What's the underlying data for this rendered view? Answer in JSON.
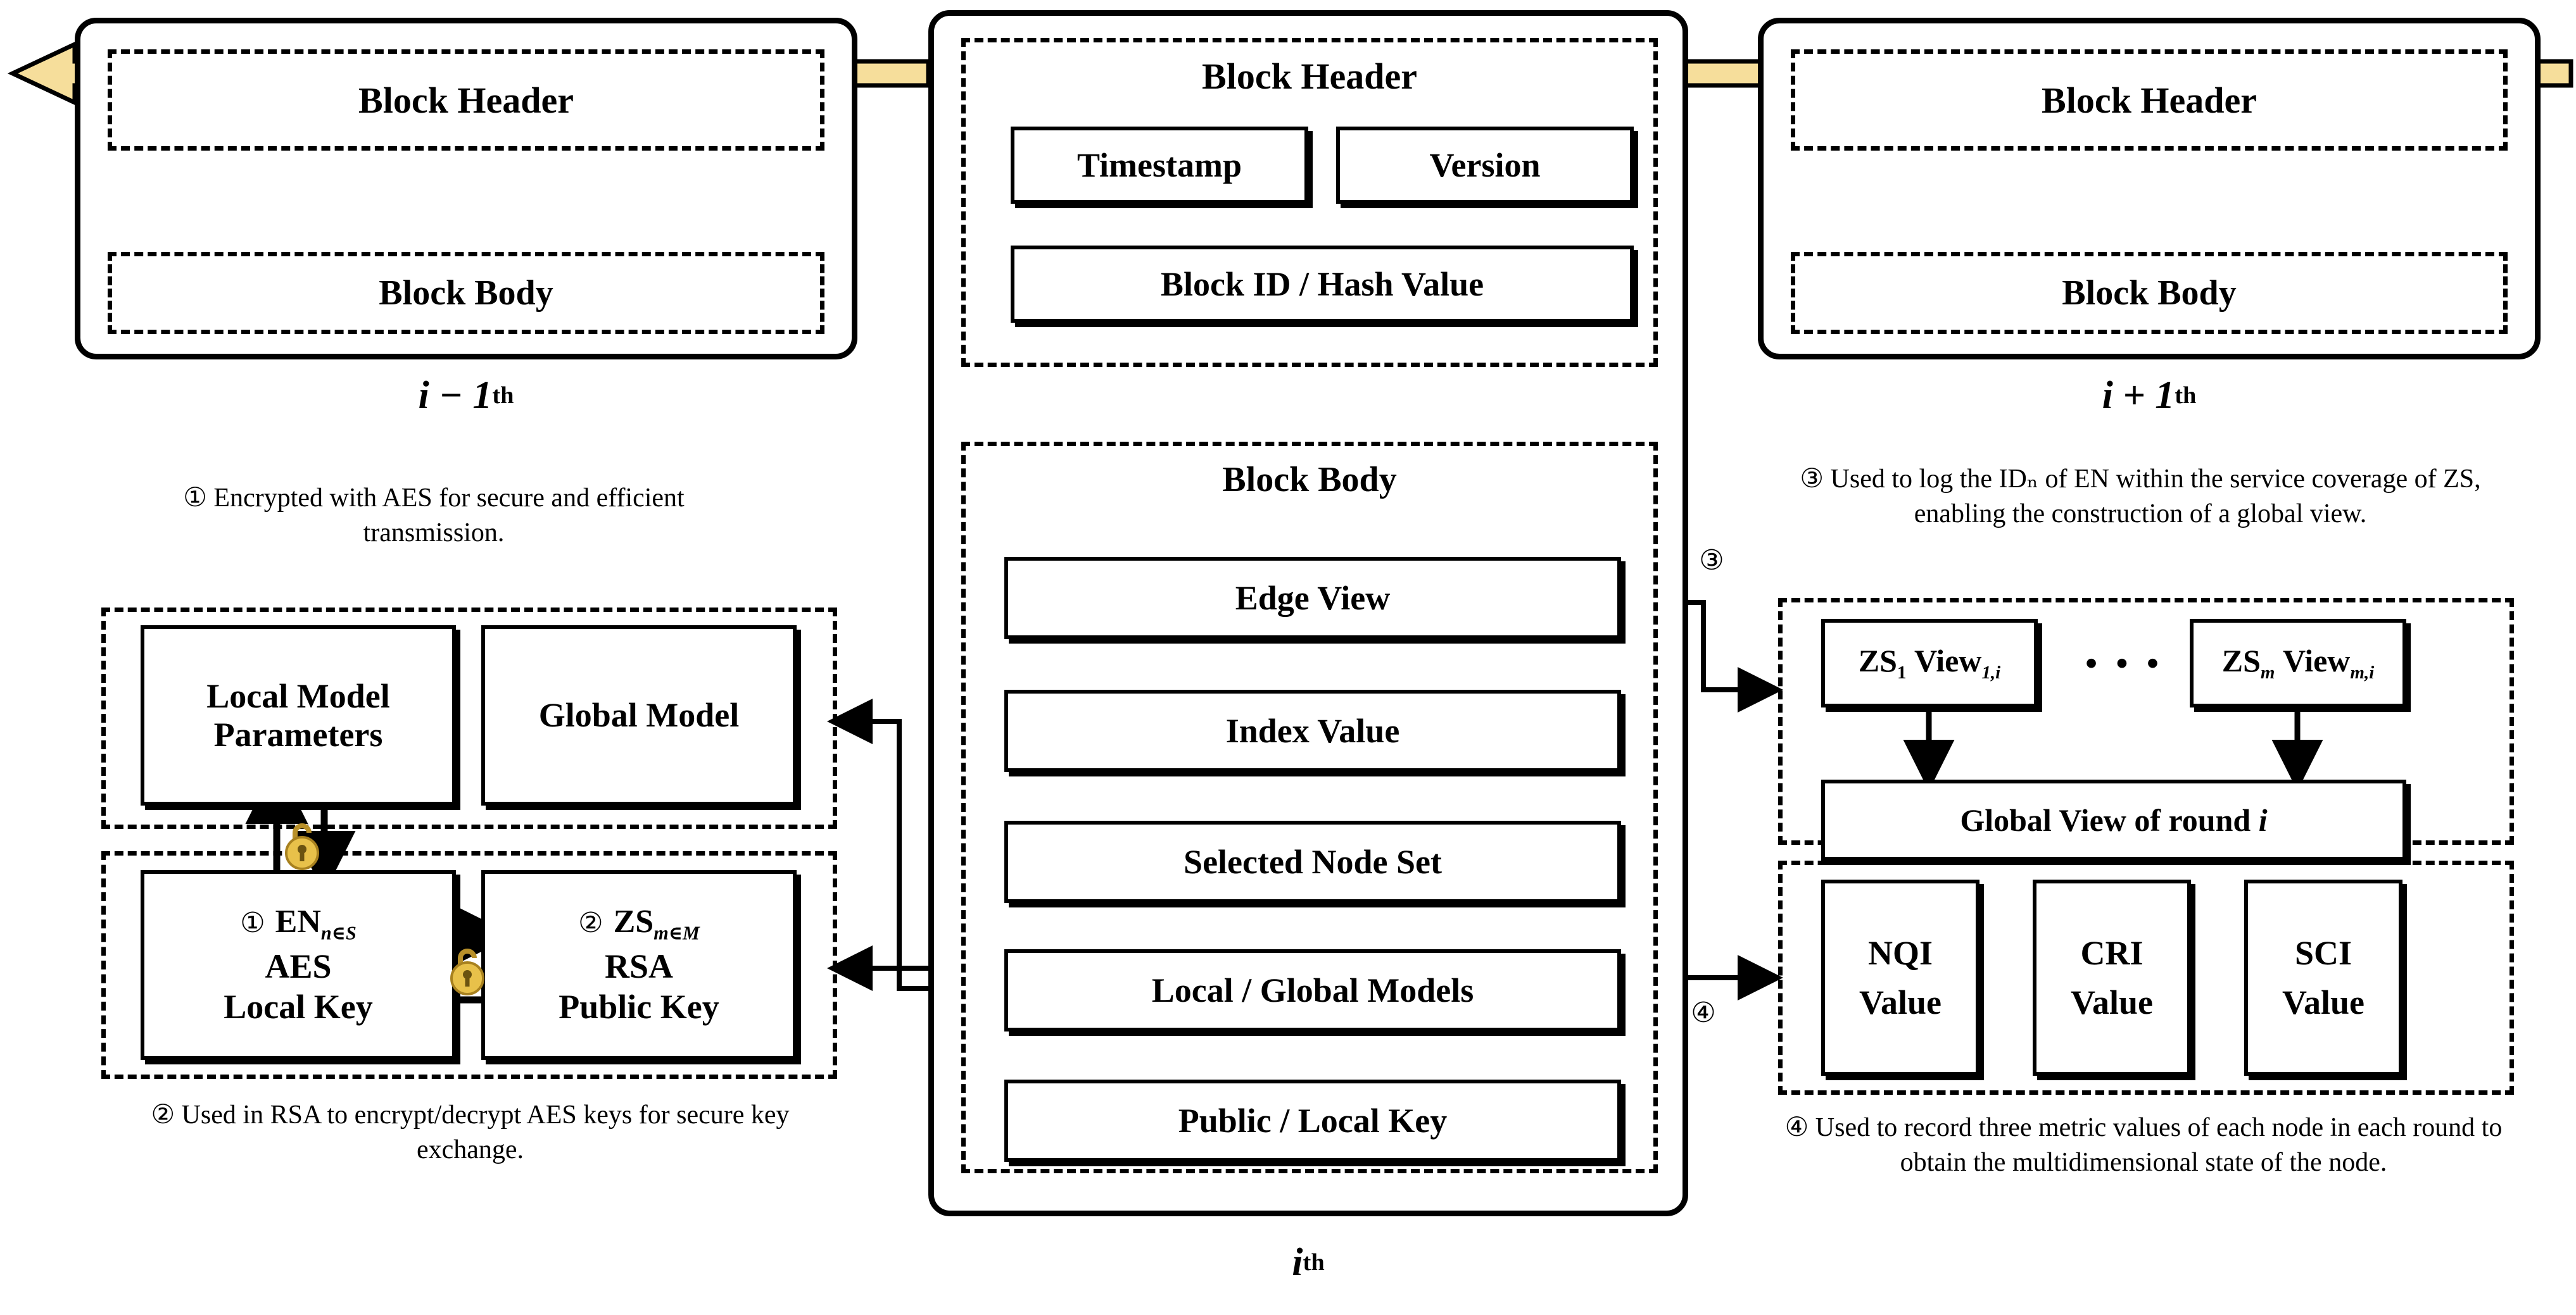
{
  "blocks": {
    "prev": {
      "index_label": "i − 1",
      "index_suffix": "th",
      "header": "Block Header",
      "body": "Block Body"
    },
    "current": {
      "index_label": "i",
      "index_suffix": "th",
      "header": "Block Header",
      "header_fields": [
        "Timestamp",
        "Version",
        "Block ID / Hash Value"
      ],
      "body": "Block Body",
      "body_fields": [
        "Edge View",
        "Index Value",
        "Selected Node Set",
        "Local / Global Models",
        "Public / Local Key"
      ]
    },
    "next": {
      "index_label": "i + 1",
      "index_suffix": "th",
      "header": "Block Header",
      "body": "Block Body"
    }
  },
  "left_panel": {
    "note_1": "① Encrypted with AES for secure and efficient transmission.",
    "note_2": "② Used in RSA to encrypt/decrypt AES keys for secure key exchange.",
    "models_group": {
      "local": "Local Model Parameters",
      "global": "Global Model"
    },
    "keys_group": {
      "en": {
        "marker": "①",
        "name": "EN",
        "sub": "n∈S",
        "algo": "AES",
        "key": "Local Key"
      },
      "zs": {
        "marker": "②",
        "name": "ZS",
        "sub": "m∈M",
        "algo": "RSA",
        "key": "Public Key"
      }
    },
    "lock_icon": "padlock-icon"
  },
  "right_panel": {
    "note_3": "③ Used to log the IDₙ of EN within the service coverage of ZS, enabling the construction of a global view.",
    "note_4": "④ Used to record three metric values of each node in each round to obtain the multidimensional state of the node.",
    "views_group": {
      "view_first_prefix": "ZS",
      "view_first_sub": "1",
      "view_first_name": "View",
      "view_first_name_sub": "1,i",
      "ellipsis": "• • •",
      "view_last_prefix": "ZS",
      "view_last_sub": "m",
      "view_last_name": "View",
      "view_last_name_sub": "m,i",
      "global_view": "Global View of round",
      "global_view_sub": "i"
    },
    "metrics_group": [
      {
        "abbr": "NQI",
        "word": "Value"
      },
      {
        "abbr": "CRI",
        "word": "Value"
      },
      {
        "abbr": "SCI",
        "word": "Value"
      }
    ]
  },
  "connector_markers": {
    "three": "③",
    "four": "④"
  },
  "colors": {
    "chain_arrow_fill": "#F6DE9B",
    "chain_arrow_stroke": "#000000",
    "lock_gold": "#E8C14A",
    "lock_gold_dark": "#B8902A",
    "ink": "#000000",
    "paper": "#FFFFFF"
  }
}
